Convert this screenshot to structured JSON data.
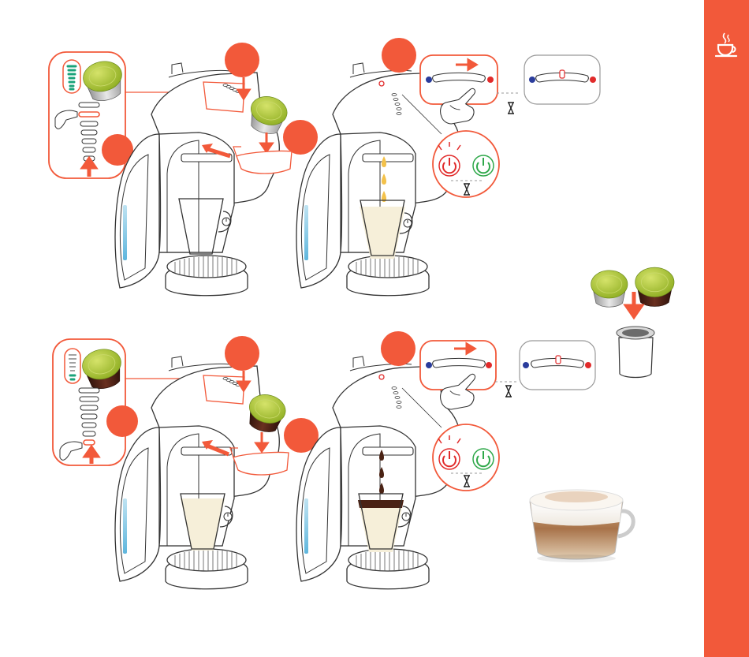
{
  "colors": {
    "accent": "#f2593a",
    "outline": "#333333",
    "milk": "#f6efd9",
    "coffee": "#4a2214",
    "drop_milk": "#f3c14a",
    "pod_green": "#a9c43a",
    "pod_dark": "#3b1a12",
    "power_red": "#e12b2b",
    "power_green": "#2fa84a",
    "dot_blue": "#2a3c9c",
    "dot_red": "#e12b2b",
    "level_teal": "#1aa37a"
  },
  "icons": {
    "sidebar": "coffee-cup-icon",
    "timer": "hourglass-icon",
    "power": "power-icon",
    "hand": "pointing-hand-icon"
  },
  "steps": {
    "top": [
      "water-level-step",
      "insert-milk-capsule-step",
      "brew-milk-step",
      "lever-and-wait-step"
    ],
    "bottom": [
      "water-level-step",
      "insert-coffee-capsule-step",
      "brew-coffee-step",
      "lever-and-wait-step"
    ]
  },
  "milk_level_bars": 7,
  "coffee_level_bars": 2
}
